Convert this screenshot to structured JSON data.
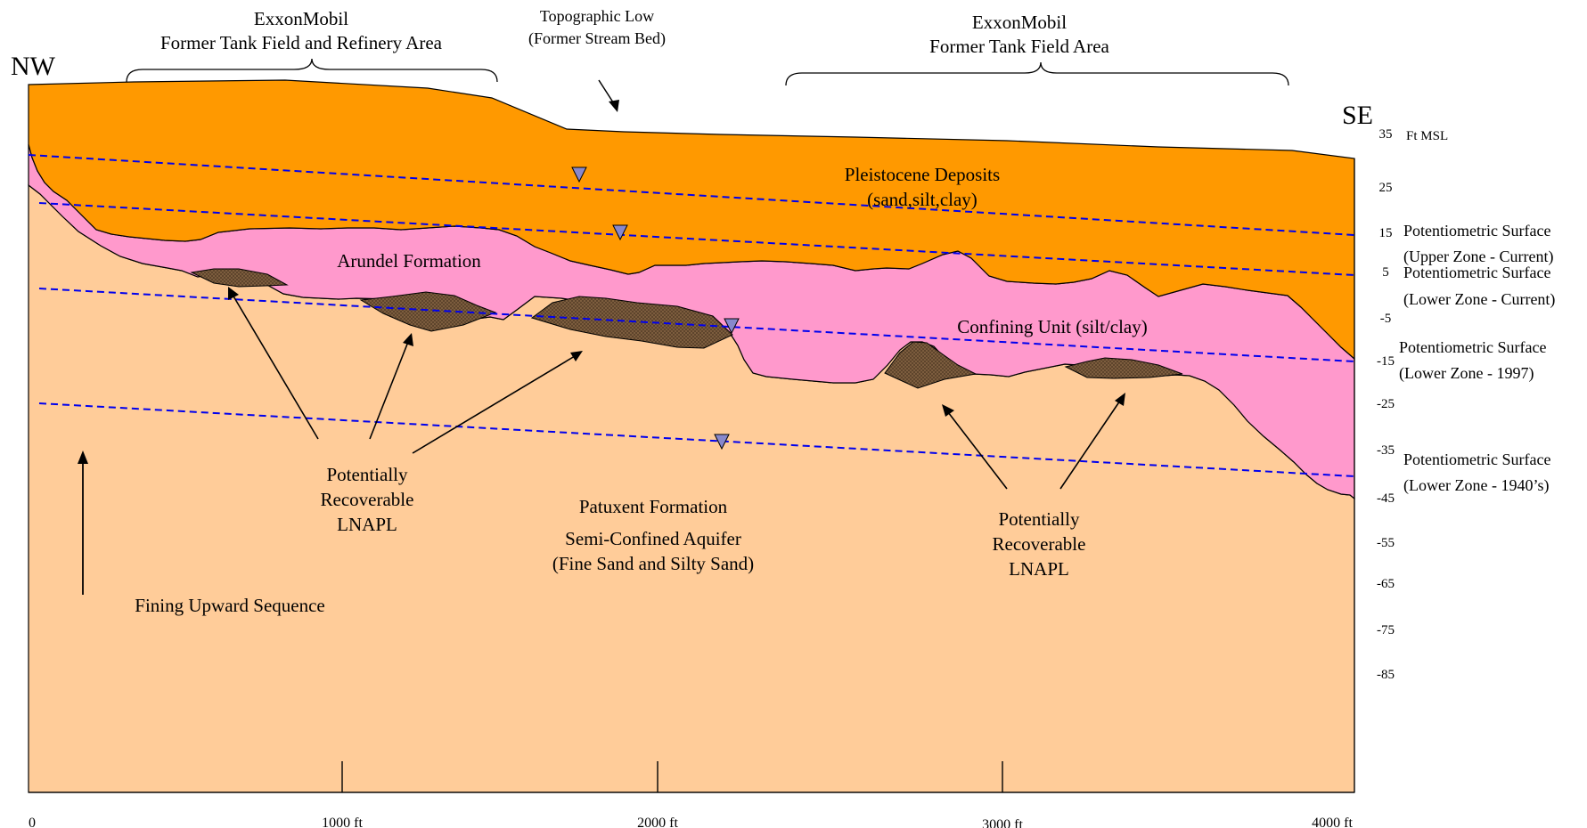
{
  "direction": {
    "left": "NW",
    "right": "SE"
  },
  "areas": {
    "refinery": [
      "ExxonMobil",
      "Former Tank Field and Refinery Area"
    ],
    "tank_field": [
      "ExxonMobil",
      "Former Tank Field Area"
    ],
    "topographic_low": [
      "Topographic Low",
      "(Former Stream Bed)"
    ]
  },
  "units": {
    "pleistocene": [
      "Pleistocene Deposits",
      "(sand,silt,clay)"
    ],
    "arundel": "Arundel Formation",
    "confining": "Confining Unit  (silt/clay)",
    "patuxent": [
      "Patuxent Formation",
      "Semi-Confined Aquifer",
      "(Fine Sand and Silty Sand)"
    ]
  },
  "lnapl_labels": {
    "left": [
      "Potentially",
      "Recoverable",
      "LNAPL"
    ],
    "right": [
      "Potentially",
      "Recoverable",
      "LNAPL"
    ]
  },
  "fining_upward": "Fining Upward Sequence",
  "elevation_axis": {
    "unit": "Ft MSL",
    "ticks": [
      "35",
      "25",
      "15",
      "5",
      "-5",
      "-15",
      "-25",
      "-35",
      "-45",
      "-55",
      "-65",
      "-75",
      "-85"
    ]
  },
  "distance_axis": {
    "ticks": [
      "0",
      "1000 ft",
      "2000 ft",
      "3000 ft",
      "4000 ft"
    ]
  },
  "potentiometric_surfaces": [
    [
      "Potentiometric Surface",
      "(Upper Zone - Current)"
    ],
    [
      "Potentiometric Surface",
      "(Lower Zone - Current)"
    ],
    [
      "Potentiometric Surface",
      "(Lower Zone - 1997)"
    ],
    [
      "Potentiometric Surface",
      "(Lower Zone - 1940’s)"
    ]
  ],
  "colors": {
    "pleistocene": "#FF9900",
    "arundel_confining": "#FF99CC",
    "patuxent": "#FFCC99",
    "lnapl": "#806040",
    "potentiometric_line": "#0000EE",
    "water_marker": "#8888CC"
  }
}
